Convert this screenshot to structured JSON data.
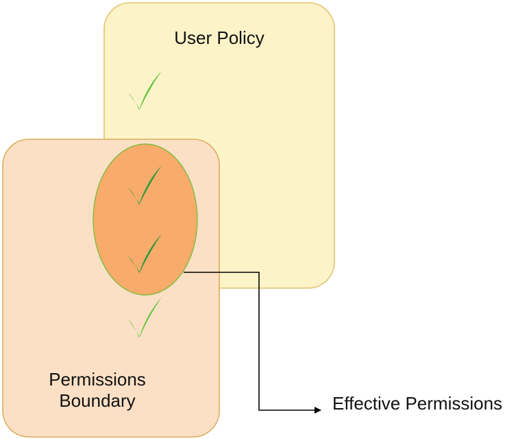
{
  "diagram": {
    "user_policy": {
      "label": "User Policy",
      "fill": "#fdf3c8",
      "stroke": "#e2c26e"
    },
    "permissions_boundary": {
      "label_line1": "Permissions",
      "label_line2": "Boundary",
      "fill": "#fce0c6",
      "stroke": "#dcaa5c"
    },
    "intersection": {
      "fill": "#f8ab6a",
      "stroke": "#7cbd3e"
    },
    "effective_permissions": {
      "label": "Effective Permissions"
    },
    "icons": {
      "check_light": "#5fc43a",
      "check_dark": "#209938"
    },
    "connector_color": "#000000"
  }
}
